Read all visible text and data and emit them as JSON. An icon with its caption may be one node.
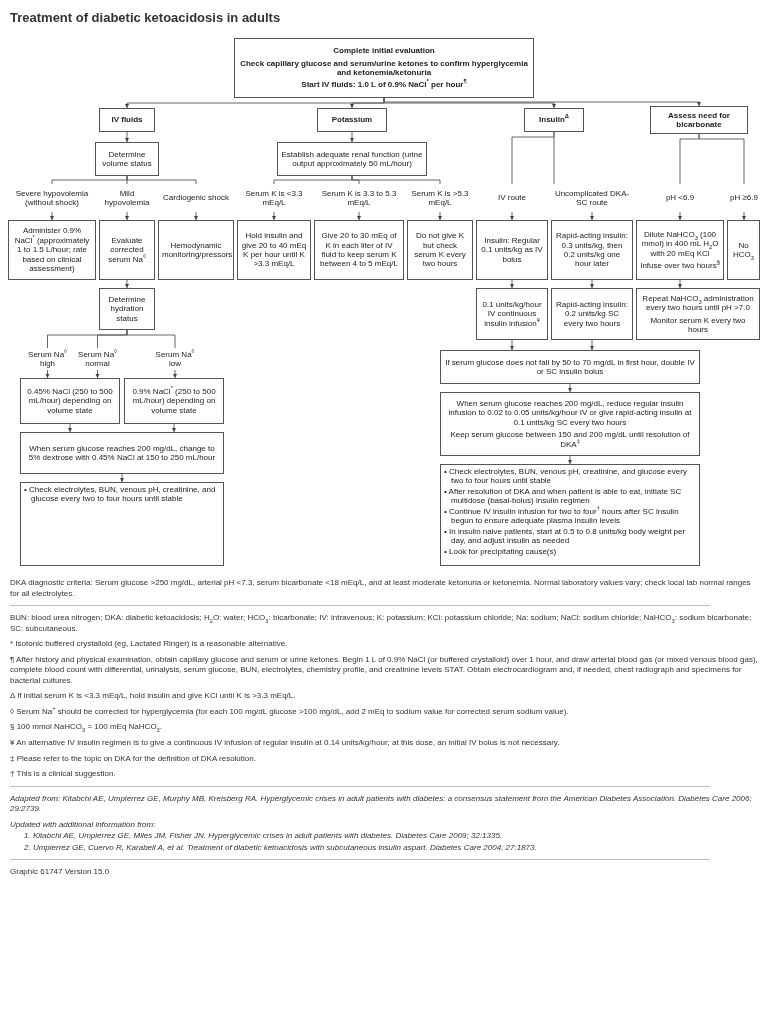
{
  "diagram": {
    "title": "Treatment of diabetic ketoacidosis in adults",
    "nodes": [
      {
        "text": [
          "Complete initial evaluation",
          "Check capillary glucose and serum/urine ketones to confirm hyperglycemia and ketonemia/ketonuria",
          "Start IV fluids: 1.0 L of 0.9% NaCl$^{*}$ per hour$^{¶}$"
        ]
      },
      {
        "text": [
          "IV fluids"
        ]
      },
      {
        "text": [
          "Potassium"
        ]
      },
      {
        "text": [
          "Insulin$^{Δ}$"
        ]
      },
      {
        "text": [
          "Assess need for bicarbonate"
        ]
      },
      {
        "text": [
          "Determine volume status"
        ]
      },
      {
        "text": [
          "Establish adequate renal function (urine output approximately 50 mL/hour)"
        ]
      },
      {
        "text": [
          "Severe hypovolemia (without shock)"
        ]
      },
      {
        "text": [
          "Mild hypovolemia"
        ]
      },
      {
        "text": [
          "Cardiogenic shock"
        ]
      },
      {
        "text": [
          "Serum K is <3.3 mEq/L"
        ]
      },
      {
        "text": [
          "Serum K is 3.3 to 5.3 mEq/L"
        ]
      },
      {
        "text": [
          "Serum K is >5.3 mEq/L"
        ]
      },
      {
        "text": [
          "IV route"
        ]
      },
      {
        "text": [
          "Uncomplicated DKA-SC route"
        ]
      },
      {
        "text": [
          "pH <6.9"
        ]
      },
      {
        "text": [
          "pH ≥6.9"
        ]
      },
      {
        "text": [
          "Administer 0.9% NaCl$^{*}$ (approximately 1 to 1.5 L/hour; rate based on clinical assessment)"
        ]
      },
      {
        "text": [
          "Evaluate corrected serum Na$^{◊}$"
        ]
      },
      {
        "text": [
          "Hemodynamic monitoring/pressors"
        ]
      },
      {
        "text": [
          "Hold insulin and give 20 to 40 mEq K per hour until K >3.3 mEq/L"
        ]
      },
      {
        "text": [
          "Give 20 to 30 mEq of K in each liter of IV fluid to keep serum K between 4 to 5 mEq/L"
        ]
      },
      {
        "text": [
          "Do not give K but check serum K every two hours"
        ]
      },
      {
        "text": [
          "Insulin: Regular 0.1 units/kg as IV bolus"
        ]
      },
      {
        "text": [
          "Rapid-acting insulin: 0.3 units/kg, then 0.2 units/kg one hour later"
        ]
      },
      {
        "text": [
          "Dilute NaHCO$_{3}$ (100 mmol) in 400 mL H$_{2}$O with 20 mEq KCl",
          "Infuse over two hours$^{§}$"
        ]
      },
      {
        "text": [
          "No HCO$_{3}$"
        ]
      },
      {
        "text": [
          "Determine hydration status"
        ]
      },
      {
        "text": [
          "0.1 units/kg/hour IV continuous insulin infusion$^{¥}$"
        ]
      },
      {
        "text": [
          "Rapid-acting insulin: 0.2 units/kg SC every two hours"
        ]
      },
      {
        "text": [
          "Repeat NaHCO$_{3}$ administration every two hours until pH >7.0",
          "Monitor serum K every two hours"
        ]
      },
      {
        "text": [
          "Serum Na$^{◊}$ high"
        ]
      },
      {
        "text": [
          "Serum Na$^{◊}$ normal"
        ]
      },
      {
        "text": [
          "Serum Na$^{◊}$ low"
        ]
      },
      {
        "text": [
          "0.45% NaCl (250 to 500 mL/hour) depending on volume state"
        ]
      },
      {
        "text": [
          "0.9% NaCl$^{*}$ (250 to 500 mL/hour) depending on volume state"
        ]
      },
      {
        "text": [
          "When serum glucose reaches 200 mg/dL, change to 5% dextrose with 0.45% NaCl at 150 to 250 mL/hour"
        ]
      },
      {
        "text": [
          "• Check electrolytes, BUN, venous pH, creatinine, and glucose every two to four hours until stable"
        ]
      },
      {
        "text": [
          "If serum glucose does not fall by 50 to 70 mg/dL in first hour, double IV or SC insulin bolus"
        ]
      },
      {
        "text": [
          "When serum glucose reaches 200 mg/dL, reduce regular insulin infusion to 0.02 to 0.05 units/kg/hour IV or give rapid-acting insulin at 0.1 units/kg SC every two hours",
          "Keep serum glucose between 150 and 200 mg/dL until resolution of DKA$^{‡}$"
        ]
      },
      {
        "text": [
          "• Check electrolytes, BUN, venous pH, creatinine, and glucose every two to four hours until stable",
          "• After resolution of DKA and when patient is able to eat, initiate SC multidose (basal-bolus) insulin regimen",
          "• Continue IV insulin infusion for two to four$^{†}$ hours after SC insulin begun to ensure adequate plasma insulin levels",
          "• In insulin naive patients, start at 0.5 to 0.8 units/kg body weight per day, and adjust insulin as needed",
          "• Look for precipitating cause(s)"
        ]
      }
    ],
    "edges": [
      {
        "from": 0,
        "to": 1,
        "arrow": "to"
      },
      {
        "from": 0,
        "to": 2,
        "arrow": "to"
      },
      {
        "from": 0,
        "to": 3,
        "arrow": "to"
      },
      {
        "from": 0,
        "to": 4,
        "arrow": "to"
      },
      {
        "from": 1,
        "to": 5,
        "arrow": "to"
      },
      {
        "from": 2,
        "to": 6,
        "arrow": "to"
      },
      {
        "from": 5,
        "to": 7,
        "arrow": "none"
      },
      {
        "from": 5,
        "to": 8,
        "arrow": "none"
      },
      {
        "from": 5,
        "to": 9,
        "arrow": "none"
      },
      {
        "from": 6,
        "to": 10,
        "arrow": "none"
      },
      {
        "from": 6,
        "to": 11,
        "arrow": "none"
      },
      {
        "from": 6,
        "to": 12,
        "arrow": "none"
      },
      {
        "from": 3,
        "to": 13,
        "arrow": "none"
      },
      {
        "from": 3,
        "to": 14,
        "arrow": "none"
      },
      {
        "from": 4,
        "to": 15,
        "arrow": "none"
      },
      {
        "from": 4,
        "to": 16,
        "arrow": "none"
      },
      {
        "from": 7,
        "to": 17,
        "arrow": "to"
      },
      {
        "from": 8,
        "to": 18,
        "arrow": "to"
      },
      {
        "from": 9,
        "to": 19,
        "arrow": "to"
      },
      {
        "from": 10,
        "to": 20,
        "arrow": "to"
      },
      {
        "from": 11,
        "to": 21,
        "arrow": "to"
      },
      {
        "from": 12,
        "to": 22,
        "arrow": "to"
      },
      {
        "from": 13,
        "to": 23,
        "arrow": "to"
      },
      {
        "from": 14,
        "to": 24,
        "arrow": "to"
      },
      {
        "from": 15,
        "to": 25,
        "arrow": "to"
      },
      {
        "from": 16,
        "to": 26,
        "arrow": "to"
      },
      {
        "from": 18,
        "to": 27,
        "arrow": "to"
      },
      {
        "from": 23,
        "to": 28,
        "arrow": "to"
      },
      {
        "from": 24,
        "to": 29,
        "arrow": "to"
      },
      {
        "from": 25,
        "to": 30,
        "arrow": "to"
      },
      {
        "from": 27,
        "to": 31,
        "arrow": "none"
      },
      {
        "from": 27,
        "to": 32,
        "arrow": "none"
      },
      {
        "from": 27,
        "to": 33,
        "arrow": "none"
      },
      {
        "from": 31,
        "to": 34,
        "arrow": "to"
      },
      {
        "from": 32,
        "to": 34,
        "arrow": "to"
      },
      {
        "from": 33,
        "to": 35,
        "arrow": "to"
      },
      {
        "from": 34,
        "to": 36,
        "arrow": "to"
      },
      {
        "from": 35,
        "to": 36,
        "arrow": "to"
      },
      {
        "from": 36,
        "to": 37,
        "arrow": "to"
      },
      {
        "from": 28,
        "to": 38,
        "arrow": "to"
      },
      {
        "from": 29,
        "to": 38,
        "arrow": "to"
      },
      {
        "from": 38,
        "to": 39,
        "arrow": "to"
      },
      {
        "from": 39,
        "to": 40,
        "arrow": "to"
      }
    ],
    "labels": [
      "DKA diagnostic criteria: Serum glucose >250 mg/dL, arterial pH <7.3, serum bicarbonate <18 mEq/L, and at least moderate ketonuria or ketonemia. Normal laboratory values vary; check local lab normal ranges for all electrolytes.",
      "BUN: blood urea nitrogen; DKA: diabetic ketoacidosis; H$_{2}$O: water; HCO$_{3}$: bicarbonate; IV: intravenous; K: potassium; KCl: potassium chloride; Na: sodium; NaCl: sodium chloride; NaHCO$_{3}$: sodium bicarbonate; SC: subcutaneous.",
      "* Isotonic buffered crystalloid (eg, Lactated Ringer) is a reasonable alternative.",
      "¶ After history and physical examination, obtain capillary glucose and serum or urine ketones. Begin 1 L of 0.9% NaCl (or buffered crystalloid) over 1 hour, and draw arterial blood gas (or mixed venous blood gas), complete blood count with differential, urinalysis, serum glucose, BUN, electrolytes, chemistry profile, and creatinine levels STAT. Obtain electrocardiogram and, if needed, chest radiograph and specimens for bacterial cultures.",
      "Δ If initial serum K is <3.3 mEq/L, hold insulin and give KCl until K is >3.3 mEq/L.",
      "◊ Serum Na$^{+}$ should be corrected for hyperglycemia (for each 100 mg/dL glucose >100 mg/dL, add 2 mEq to sodium value for corrected serum sodium value).",
      "§ 100 mmol NaHCO$_{3}$ = 100 mEq NaHCO$_{3}$.",
      "¥ An alternative IV insulin regimen is to give a continuous IV infusion of regular insulin at 0.14 units/kg/hour; at this dose, an initial IV bolus is not necessary.",
      "‡ Please refer to the topic on DKA for the definition of DKA resolution.",
      "† This is a clinical suggestion.",
      "Adapted from: Kitabchi AE, Umpierrez GE, Murphy MB, Kreisberg RA. Hyperglycemic crises in adult patients with diabetes: a consensus statement from the American Diabetes Association. Diabetes Care 2006; 29:2739.",
      "Updated with additional information from:",
      "1. Kitabchi AE, Umpierrez GE, Miles JM, Fisher JN. Hyperglycemic crises in adult patients with diabetes. Diabetes Care 2009; 32:1335.",
      "2. Umpierrez GE, Cuervo R, Karabell A, et al. Treatment of diabetic ketoacidosis with subcutaneous insulin aspart. Diabetes Care 2004; 27:1873.",
      "Graphic 61747 Version 15.0"
    ]
  }
}
